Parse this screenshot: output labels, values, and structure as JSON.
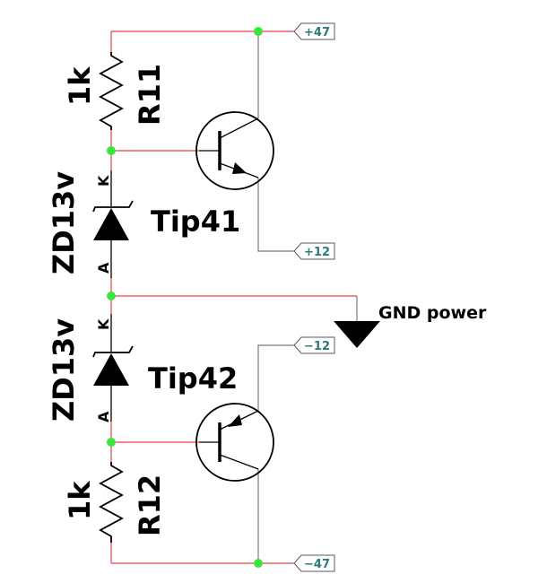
{
  "colors": {
    "wire_red": "#e8404a",
    "wire_gray": "#7a7a7a",
    "node": "#39e639",
    "port_text": "#2b7a7a"
  },
  "ports": {
    "p47": "+47",
    "p12": "+12",
    "n12": "−12",
    "n47": "−47"
  },
  "gnd": "GND power",
  "resistors": {
    "r11": {
      "name": "R11",
      "value": "1k"
    },
    "r12": {
      "name": "R12",
      "value": "1k"
    }
  },
  "zeners": {
    "top": {
      "name": "ZD13v",
      "k": "K",
      "a": "A"
    },
    "bottom": {
      "name": "ZD13v",
      "k": "K",
      "a": "A"
    }
  },
  "transistors": {
    "t1": "Tip41",
    "t2": "Tip42"
  }
}
